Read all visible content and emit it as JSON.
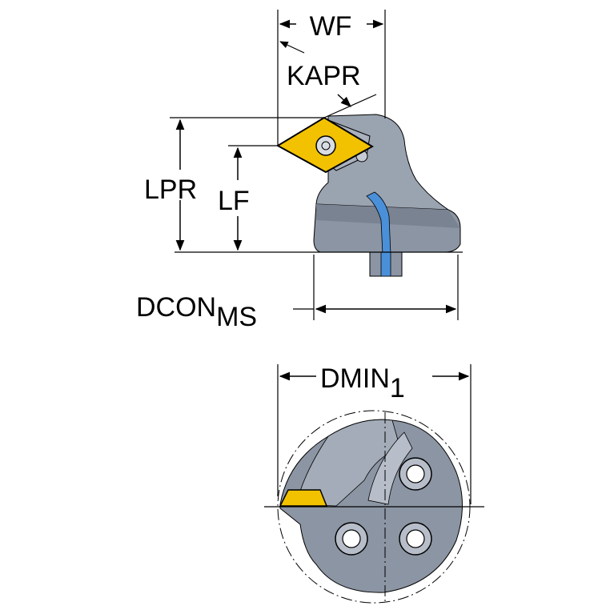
{
  "labels": {
    "wf": "WF",
    "kapr": "KAPR",
    "lpr": "LPR",
    "lf": "LF",
    "dcon": "DCON",
    "dcon_sub": "MS",
    "dmin": "DMIN",
    "dmin_sub": "1"
  },
  "colors": {
    "body": "#8c95a3",
    "body_dark": "#6d7685",
    "body_light": "#b7bec9",
    "insert": "#f2c200",
    "coolant": "#4a90d9",
    "line": "#000000"
  }
}
